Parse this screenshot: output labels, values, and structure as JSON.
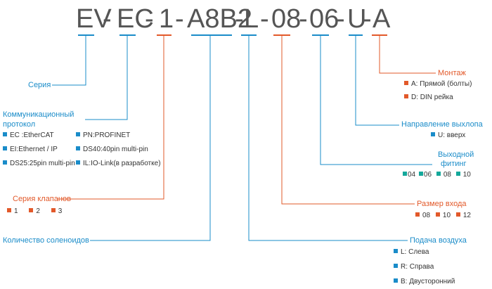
{
  "code": {
    "segments": [
      "EV",
      "-",
      "EC",
      "-",
      "1",
      "-",
      "A8B2",
      "-",
      "L",
      "-",
      "08",
      "-",
      "06",
      "-",
      "U",
      "-",
      "A"
    ]
  },
  "labels": {
    "series": "Серия",
    "comm_protocol_line1": "Коммуникационный",
    "comm_protocol_line2": "протокол",
    "valve_series": "Серия клапанов",
    "solenoid_count": "Количество соленоидов",
    "mounting": "Монтаж",
    "exhaust_direction": "Направление выхлопа",
    "output_fitting_line1": "Выходной",
    "output_fitting_line2": "фитинг",
    "input_size": "Размер входа",
    "air_supply": "Подача воздуха"
  },
  "protocol_options": {
    "col1": [
      "EC :EtherCAT",
      "EI:Ethernet / IP",
      "DS25:25pin multi-pin"
    ],
    "col2": [
      "PN:PROFINET",
      "DS40:40pin multi-pin",
      "IL:IO-Link(в разработке)"
    ]
  },
  "valve_series_options": [
    "1",
    "2",
    "3"
  ],
  "mounting_options": [
    "A: Прямой (болты)",
    "D: DIN рейка"
  ],
  "exhaust_options": [
    "U: вверх"
  ],
  "output_fitting_options": [
    "04",
    "06",
    "08",
    "10"
  ],
  "input_size_options": [
    "08",
    "10",
    "12"
  ],
  "air_supply_options": [
    "L: Слева",
    "R: Справа",
    "B: Двусторонний"
  ],
  "colors": {
    "blue": "#1a8cc9",
    "red": "#e2592a",
    "teal": "#14a89b",
    "code_gray": "#555555"
  }
}
